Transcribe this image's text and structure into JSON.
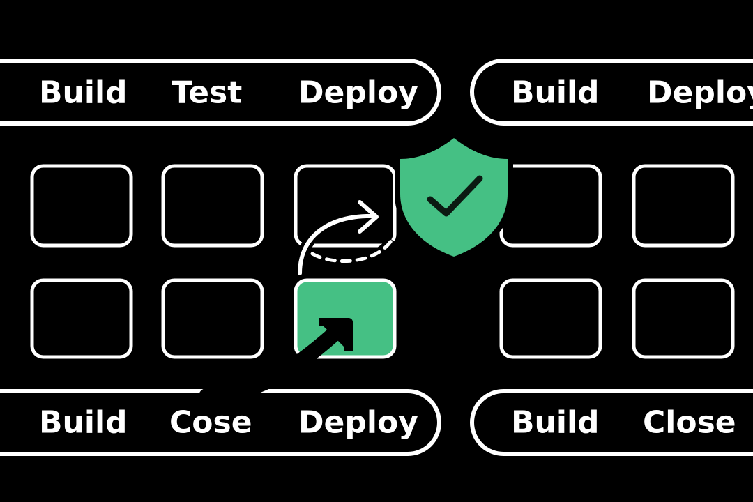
{
  "colors": {
    "background": "#000000",
    "stroke": "#ffffff",
    "accent": "#45c084"
  },
  "pipelines": {
    "top_left": {
      "labels": [
        "Build",
        "Test",
        "Deploy"
      ]
    },
    "top_right": {
      "labels": [
        "Build",
        "Deploy"
      ]
    },
    "bottom_left": {
      "labels": [
        "Build",
        "Cose",
        "Deploy"
      ]
    },
    "bottom_right": {
      "labels": [
        "Build",
        "Close"
      ]
    }
  },
  "highlighted_tile": "row-2-col-3",
  "icons": {
    "shield": "shield-check-icon",
    "curved_arrow": "curved-arrow-icon",
    "diagonal_arrow": "diagonal-arrow-icon"
  }
}
